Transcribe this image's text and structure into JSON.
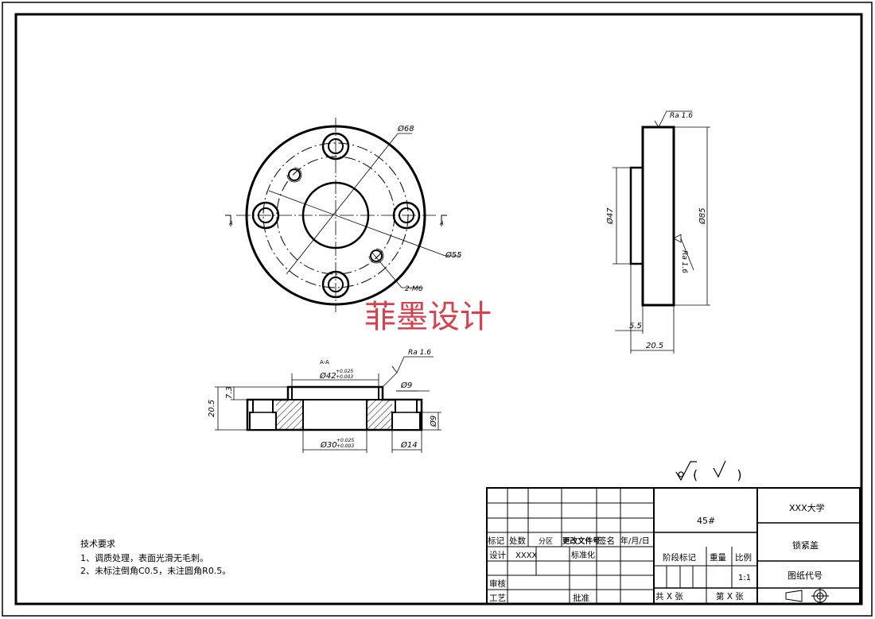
{
  "watermark": "菲墨设计",
  "front_view": {
    "dim_d68": "Ø68",
    "dim_d55": "Ø55",
    "thread": "2-M6",
    "section_mark_left": "A",
    "section_mark_right": "A"
  },
  "side_view": {
    "roughness_top": "Ra 1.6",
    "roughness_right": "Ra 1.6",
    "dim_d47": "Ø47",
    "dim_d85": "Ø85",
    "dim_5_5": "5.5",
    "dim_20_5": "20.5"
  },
  "section_view": {
    "title": "A-A",
    "roughness": "Ra 1.6",
    "dim_d42": "Ø42",
    "dim_d42_upper_tol": "+0.025",
    "dim_d42_lower_tol": "+0.003",
    "dim_d30": "Ø30",
    "dim_d30_upper_tol": "+0.025",
    "dim_d30_lower_tol": "+0.003",
    "dim_d9_top": "Ø9",
    "dim_d9_right": "Ø9",
    "dim_d14": "Ø14",
    "dim_7_3": "7.3",
    "dim_20_5": "20.5"
  },
  "general_roughness": "( )",
  "tech_requirements": {
    "title": "技术要求",
    "items": [
      "1、调质处理，表面光滑无毛刺。",
      "2、未标注倒角C0.5，未注圆角R0.5。"
    ]
  },
  "title_block": {
    "material": "45#",
    "school": "XXX大学",
    "part_name": "锁紧盖",
    "drawing_code_label": "图纸代号",
    "scale_value": "1:1",
    "designer": "XXXX",
    "labels": {
      "mark": "标记",
      "count": "处数",
      "zone": "分区",
      "change_doc": "更改文件号",
      "sign": "签名",
      "date": "年/月/日",
      "design": "设计",
      "standard": "标准化",
      "review": "审核",
      "process": "工艺",
      "approve": "批准",
      "stage": "阶段标记",
      "weight": "重量",
      "scale": "比例",
      "total_sheets": "共 X 张",
      "sheet_no": "第 X 张"
    }
  }
}
